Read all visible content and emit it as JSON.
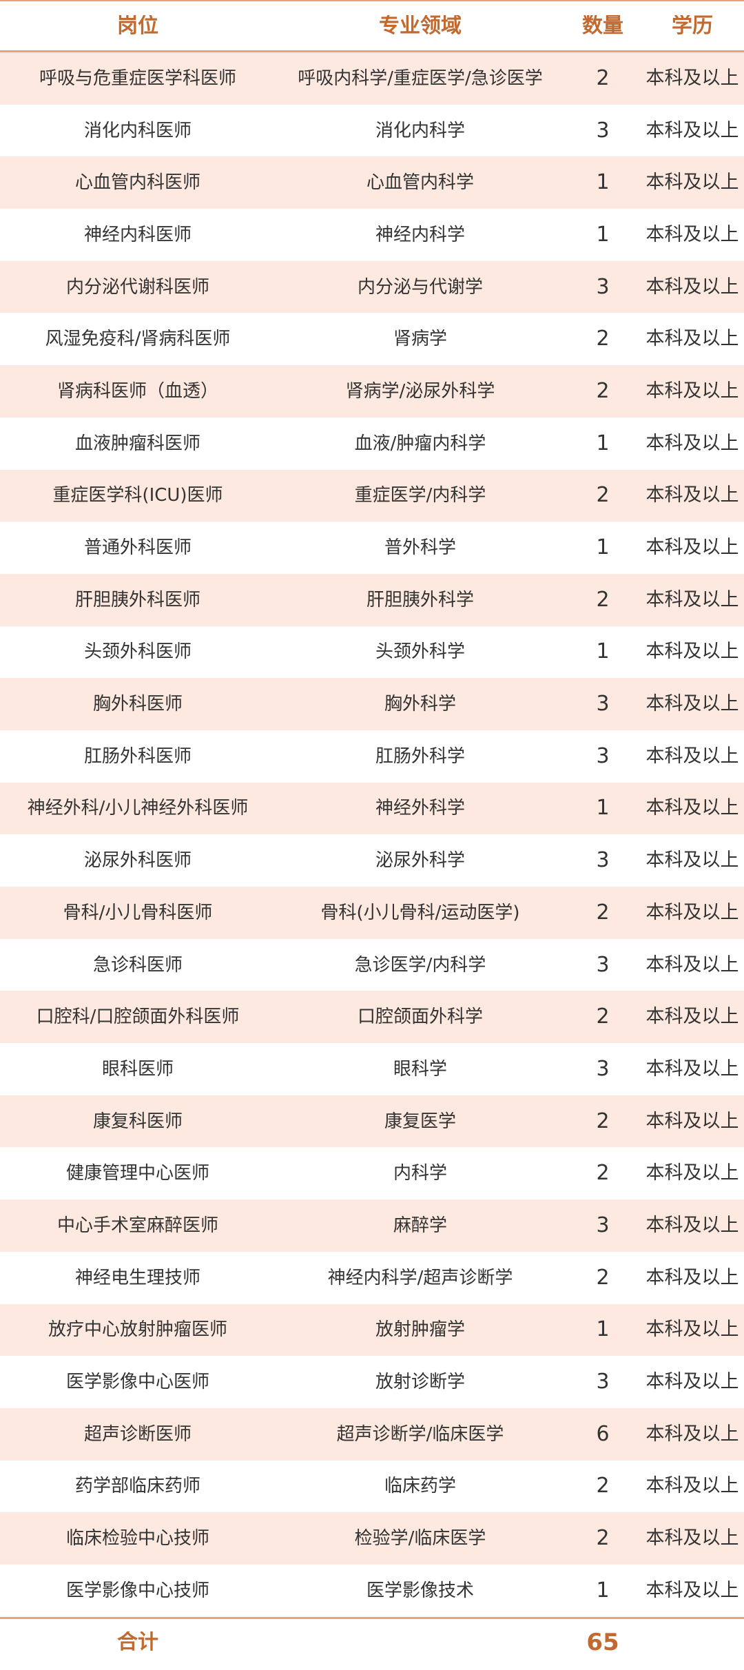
{
  "header": {
    "position": "岗位",
    "field": "专业领域",
    "count": "数量",
    "education": "学历"
  },
  "rows": [
    {
      "position": "呼吸与危重症医学科医师",
      "field": "呼吸内科学/重症医学/急诊医学",
      "count": "2",
      "education": "本科及以上"
    },
    {
      "position": "消化内科医师",
      "field": "消化内科学",
      "count": "3",
      "education": "本科及以上"
    },
    {
      "position": "心血管内科医师",
      "field": "心血管内科学",
      "count": "1",
      "education": "本科及以上"
    },
    {
      "position": "神经内科医师",
      "field": "神经内科学",
      "count": "1",
      "education": "本科及以上"
    },
    {
      "position": "内分泌代谢科医师",
      "field": "内分泌与代谢学",
      "count": "3",
      "education": "本科及以上"
    },
    {
      "position": "风湿免疫科/肾病科医师",
      "field": "肾病学",
      "count": "2",
      "education": "本科及以上"
    },
    {
      "position": "肾病科医师（血透）",
      "field": "肾病学/泌尿外科学",
      "count": "2",
      "education": "本科及以上"
    },
    {
      "position": "血液肿瘤科医师",
      "field": "血液/肿瘤内科学",
      "count": "1",
      "education": "本科及以上"
    },
    {
      "position": "重症医学科(ICU)医师",
      "field": "重症医学/内科学",
      "count": "2",
      "education": "本科及以上"
    },
    {
      "position": "普通外科医师",
      "field": "普外科学",
      "count": "1",
      "education": "本科及以上"
    },
    {
      "position": "肝胆胰外科医师",
      "field": "肝胆胰外科学",
      "count": "2",
      "education": "本科及以上"
    },
    {
      "position": "头颈外科医师",
      "field": "头颈外科学",
      "count": "1",
      "education": "本科及以上"
    },
    {
      "position": "胸外科医师",
      "field": "胸外科学",
      "count": "3",
      "education": "本科及以上"
    },
    {
      "position": "肛肠外科医师",
      "field": "肛肠外科学",
      "count": "3",
      "education": "本科及以上"
    },
    {
      "position": "神经外科/小儿神经外科医师",
      "field": "神经外科学",
      "count": "1",
      "education": "本科及以上"
    },
    {
      "position": "泌尿外科医师",
      "field": "泌尿外科学",
      "count": "3",
      "education": "本科及以上"
    },
    {
      "position": "骨科/小儿骨科医师",
      "field": "骨科(小儿骨科/运动医学)",
      "count": "2",
      "education": "本科及以上"
    },
    {
      "position": "急诊科医师",
      "field": "急诊医学/内科学",
      "count": "3",
      "education": "本科及以上"
    },
    {
      "position": "口腔科/口腔颌面外科医师",
      "field": "口腔颌面外科学",
      "count": "2",
      "education": "本科及以上"
    },
    {
      "position": "眼科医师",
      "field": "眼科学",
      "count": "3",
      "education": "本科及以上"
    },
    {
      "position": "康复科医师",
      "field": "康复医学",
      "count": "2",
      "education": "本科及以上"
    },
    {
      "position": "健康管理中心医师",
      "field": "内科学",
      "count": "2",
      "education": "本科及以上"
    },
    {
      "position": "中心手术室麻醉医师",
      "field": "麻醉学",
      "count": "3",
      "education": "本科及以上"
    },
    {
      "position": "神经电生理技师",
      "field": "神经内科学/超声诊断学",
      "count": "2",
      "education": "本科及以上"
    },
    {
      "position": "放疗中心放射肿瘤医师",
      "field": "放射肿瘤学",
      "count": "1",
      "education": "本科及以上"
    },
    {
      "position": "医学影像中心医师",
      "field": "放射诊断学",
      "count": "3",
      "education": "本科及以上"
    },
    {
      "position": "超声诊断医师",
      "field": "超声诊断学/临床医学",
      "count": "6",
      "education": "本科及以上"
    },
    {
      "position": "药学部临床药师",
      "field": "临床药学",
      "count": "2",
      "education": "本科及以上"
    },
    {
      "position": "临床检验中心技师",
      "field": "检验学/临床医学",
      "count": "2",
      "education": "本科及以上"
    },
    {
      "position": "医学影像中心技师",
      "field": "医学影像技术",
      "count": "1",
      "education": "本科及以上"
    }
  ],
  "total": {
    "label": "合计",
    "count": "65"
  },
  "colors": {
    "header_text": "#c2692f",
    "stripe": "#fde9df",
    "rule": "#e6a27a",
    "body_text": "#333333"
  }
}
